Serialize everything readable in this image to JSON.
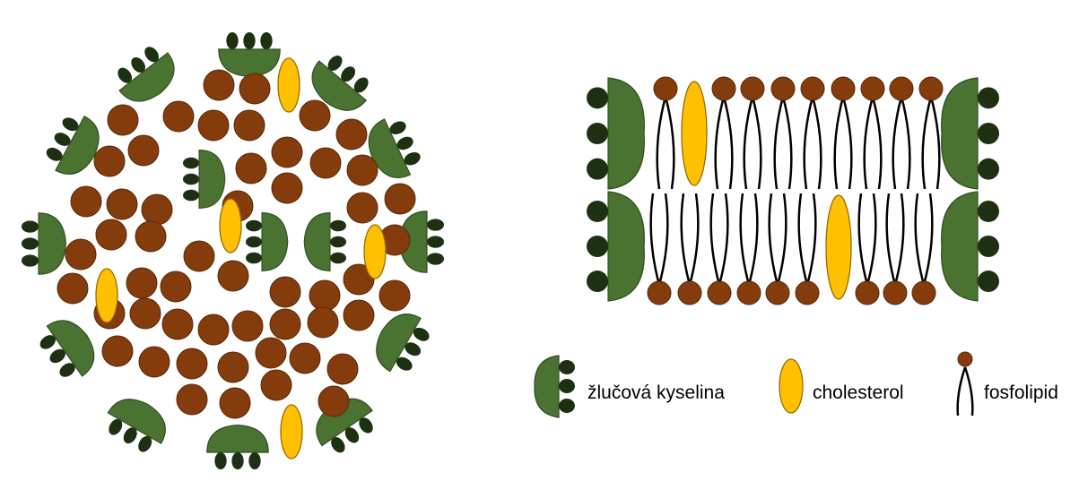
{
  "colors": {
    "bile_acid": "#4a7332",
    "bile_acid_outline": "#2e4d1e",
    "bile_acid_head": "#1e3012",
    "phospholipid_head": "#843c0c",
    "phospholipid_head_outline": "#5a2808",
    "cholesterol": "#ffc000",
    "cholesterol_outline": "#9a6a00",
    "tail": "#000000"
  },
  "legend": {
    "bile_acid_label": "žlučová kyselina",
    "cholesterol_label": "cholesterol",
    "phospholipid_label": "fosfolipid"
  }
}
